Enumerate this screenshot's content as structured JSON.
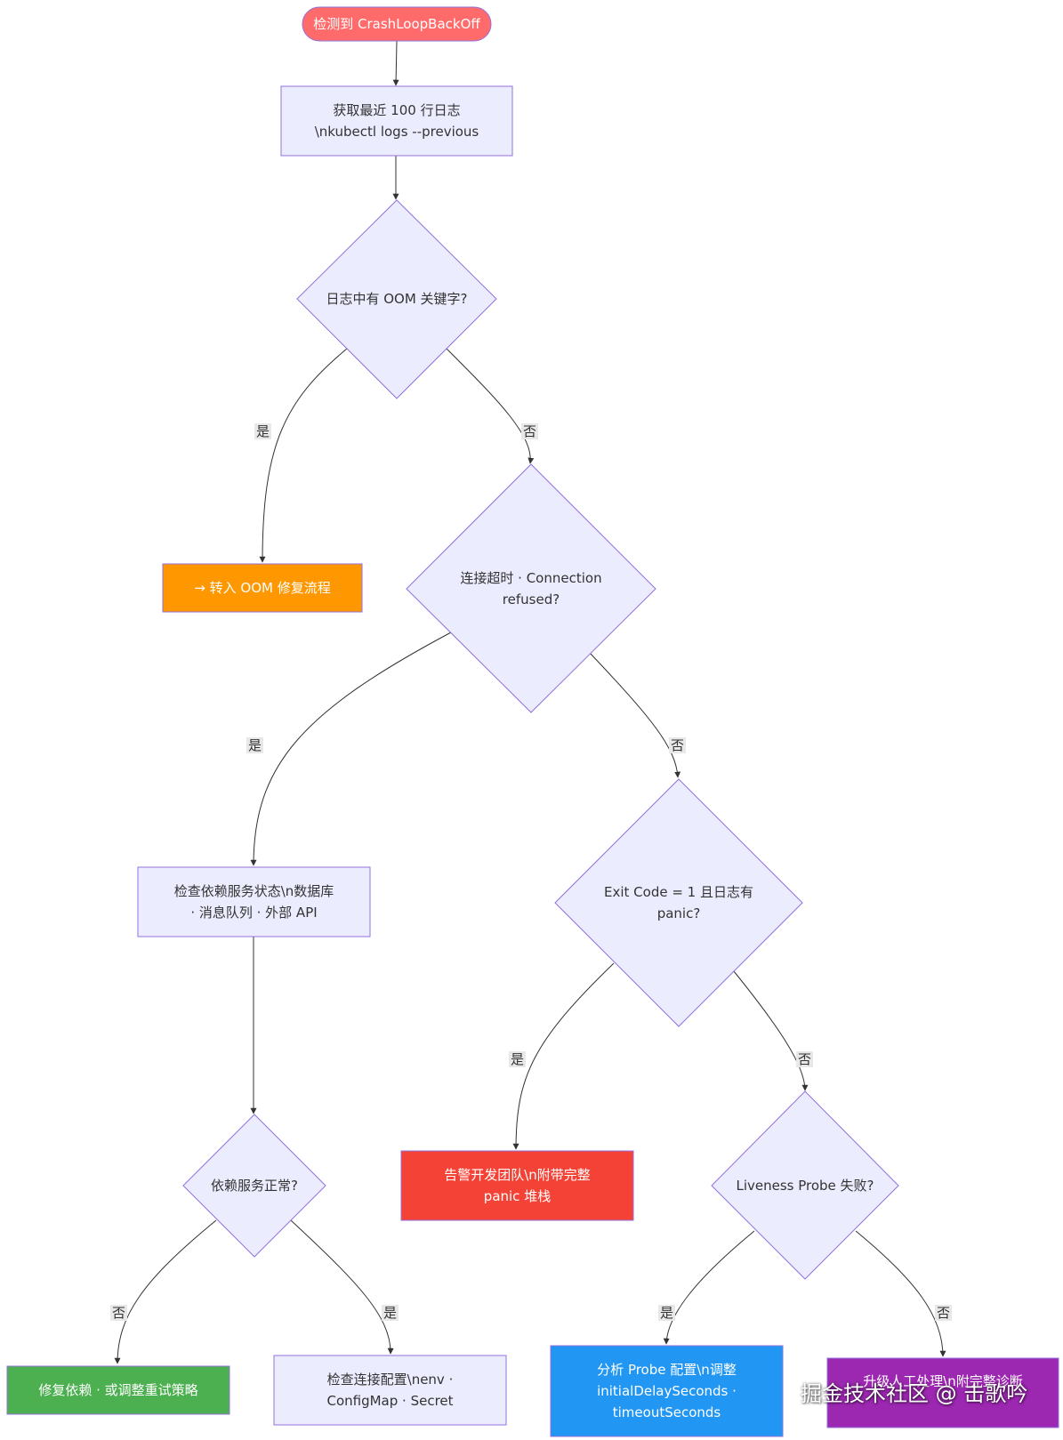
{
  "colors": {
    "default_fill": "#ECECFF",
    "default_stroke": "#9370DB",
    "edge": "#333333",
    "start_fill": "#FF6B6B",
    "oom_fill": "#FF9800",
    "panic_fill": "#F44336",
    "fix_fill": "#4CAF50",
    "probe_fill": "#2196F3",
    "escalate_fill": "#9C27B0"
  },
  "nodes": {
    "start": {
      "lines": [
        "检测到 CrashLoopBackOff"
      ]
    },
    "logs": {
      "lines": [
        "获取最近 100 行日志",
        "\\nkubectl logs --previous"
      ]
    },
    "oom_check": {
      "lines": [
        "日志中有 OOM 关键字?"
      ]
    },
    "oom_flow": {
      "lines": [
        "→ 转入 OOM 修复流程"
      ]
    },
    "conn_check": {
      "lines": [
        "连接超时 · Connection",
        "refused?"
      ]
    },
    "dep_check": {
      "lines": [
        "检查依赖服务状态\\n数据库",
        "· 消息队列 · 外部 API"
      ]
    },
    "exit_check": {
      "lines": [
        "Exit Code = 1 且日志有",
        "panic?"
      ]
    },
    "dep_ok": {
      "lines": [
        "依赖服务正常?"
      ]
    },
    "panic_alert": {
      "lines": [
        "告警开发团队\\n附带完整",
        "panic 堆栈"
      ]
    },
    "probe_check": {
      "lines": [
        "Liveness Probe 失败?"
      ]
    },
    "fix_dep": {
      "lines": [
        "修复依赖 · 或调整重试策略"
      ]
    },
    "check_config": {
      "lines": [
        "检查连接配置\\nenv ·",
        "ConfigMap · Secret"
      ]
    },
    "probe_adjust": {
      "lines": [
        "分析 Probe 配置\\n调整",
        "initialDelaySeconds ·",
        "timeoutSeconds"
      ]
    },
    "escalate": {
      "lines": [
        "升级人工处理\\n附完整诊断"
      ]
    }
  },
  "edge_labels": {
    "oom_yes": "是",
    "oom_no": "否",
    "conn_yes": "是",
    "conn_no": "否",
    "exit_yes": "是",
    "exit_no": "否",
    "dep_no": "否",
    "dep_yes": "是",
    "probe_yes": "是",
    "probe_no": "否"
  },
  "watermark": "掘金技术社区 @ 击歌吟"
}
